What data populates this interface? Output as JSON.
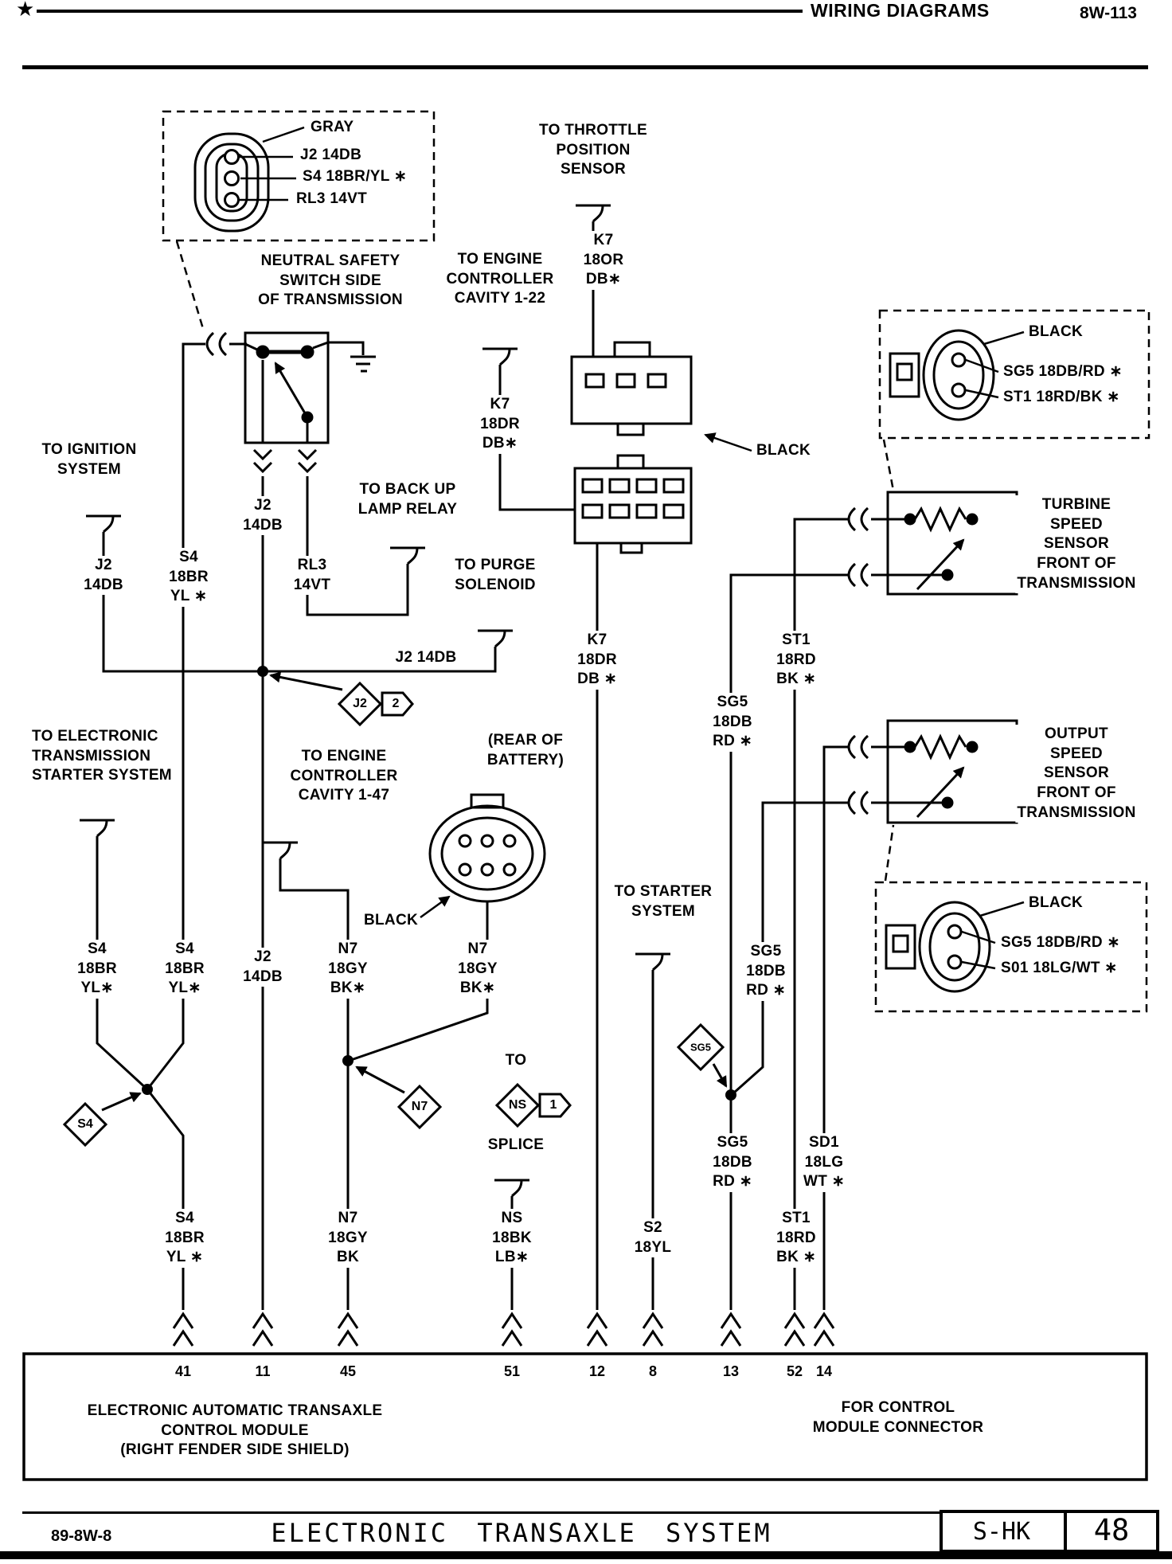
{
  "header": {
    "star": "★",
    "title": "WIRING DIAGRAMS",
    "page": "8W-113"
  },
  "footer": {
    "doc_number": "89-8W-8",
    "title": "ELECTRONIC TRANSAXLE SYSTEM",
    "sheet_code": "S-HK",
    "sheet_number": "48"
  },
  "module": {
    "pins": [
      "41",
      "11",
      "45",
      "51",
      "12",
      "8",
      "13",
      "52",
      "14"
    ]
  },
  "diamonds": {
    "j2": "J2",
    "j2_flag": "2",
    "s4": "S4",
    "n7": "N7",
    "ns": "NS",
    "ns_flag": "1",
    "sg5": "SG5"
  },
  "colors": {
    "ink": "#000000",
    "paper": "#ffffff"
  },
  "labels": {
    "gray": "GRAY",
    "conn_a_j2": "J2 14DB",
    "conn_a_s4": "S4 18BR/YL ∗",
    "conn_a_rl3": "RL3 14VT",
    "neutral_switch": "NEUTRAL SAFETY\nSWITCH SIDE\nOF TRANSMISSION",
    "throttle": "TO THROTTLE\nPOSITION\nSENSOR",
    "k7_top": "K7\n18OR\nDB∗",
    "engine_1_22": "TO ENGINE\nCONTROLLER\nCAVITY 1-22",
    "k7_mid": "K7\n18DR\nDB∗",
    "black_conn": "BLACK",
    "conn_b_black": "BLACK",
    "conn_b_sg5": "SG5 18DB/RD ∗",
    "conn_b_st1": "ST1 18RD/BK ∗",
    "ignition": "TO IGNITION\nSYSTEM",
    "j2_switch": "J2\n14DB",
    "backup": "TO BACK UP\nLAMP RELAY",
    "j2_ign": "J2\n14DB",
    "s4_main": "S4\n18BR\nYL ∗",
    "rl3_main": "RL3\n14VT",
    "purge": "TO PURGE\nSOLENOID",
    "j2_wire": "J2 14DB",
    "turbine": "TURBINE\nSPEED\nSENSOR\nFRONT OF\nTRANSMISSION",
    "k7_low": "K7\n18DR\nDB ∗",
    "st1_mid": "ST1\n18RD\nBK ∗",
    "sg5_mid": "SG5\n18DB\nRD ∗",
    "elec_trans": "TO ELECTRONIC\nTRANSMISSION\nSTARTER SYSTEM",
    "engine_1_47": "TO ENGINE\nCONTROLLER\nCAVITY 1-47",
    "rear_battery": "(REAR OF\nBATTERY)",
    "output": "OUTPUT\nSPEED\nSENSOR\nFRONT OF\nTRANSMISSION",
    "black_battery": "BLACK",
    "starter": "TO STARTER\nSYSTEM",
    "conn_c_black": "BLACK",
    "conn_c_sg5": "SG5 18DB/RD ∗",
    "conn_c_s01": "S01 18LG/WT ∗",
    "sg5_right": "SG5\n18DB\nRD ∗",
    "s4_col1": "S4\n18BR\nYL∗",
    "s4_col2": "S4\n18BR\nYL∗",
    "j2_col": "J2\n14DB",
    "n7_col1": "N7\n18GY\nBK∗",
    "n7_col2": "N7\n18GY\nBK∗",
    "to_ns": "TO",
    "splice": "SPLICE",
    "s4_bot": "S4\n18BR\nYL ∗",
    "n7_bot": "N7\n18GY\nBK",
    "ns_bot": "NS\n18BK\nLB∗",
    "s2_bot": "S2\n18YL",
    "sg5_bot": "SG5\n18DB\nRD ∗",
    "sd1_bot": "SD1\n18LG\nWT ∗",
    "st1_bot": "ST1\n18RD\nBK ∗",
    "module_name": "ELECTRONIC AUTOMATIC TRANSAXLE\nCONTROL MODULE\n(RIGHT FENDER SIDE SHIELD)",
    "module_conn": "FOR CONTROL\nMODULE CONNECTOR"
  }
}
